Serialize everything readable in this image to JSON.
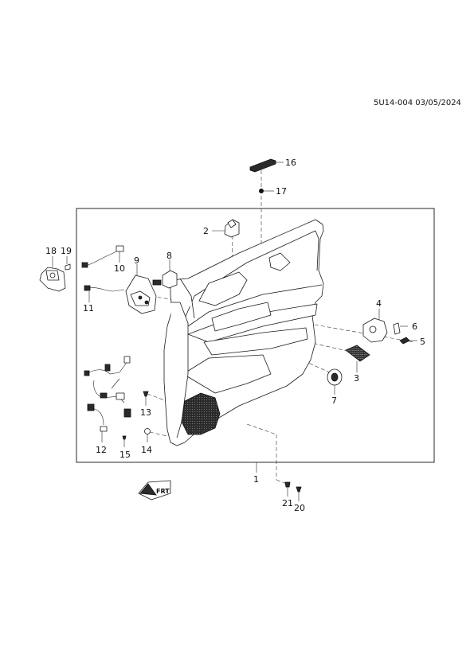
{
  "reference": "5U14-004 03/05/2024",
  "callouts": {
    "c1": "1",
    "c2": "2",
    "c3": "3",
    "c4": "4",
    "c5": "5",
    "c6": "6",
    "c7": "7",
    "c8": "8",
    "c9": "9",
    "c10": "10",
    "c11": "11",
    "c12": "12",
    "c13": "13",
    "c14": "14",
    "c15": "15",
    "c16": "16",
    "c17": "17",
    "c18": "18",
    "c19": "19",
    "c20": "20",
    "c21": "21"
  },
  "front_marker": "FRT"
}
